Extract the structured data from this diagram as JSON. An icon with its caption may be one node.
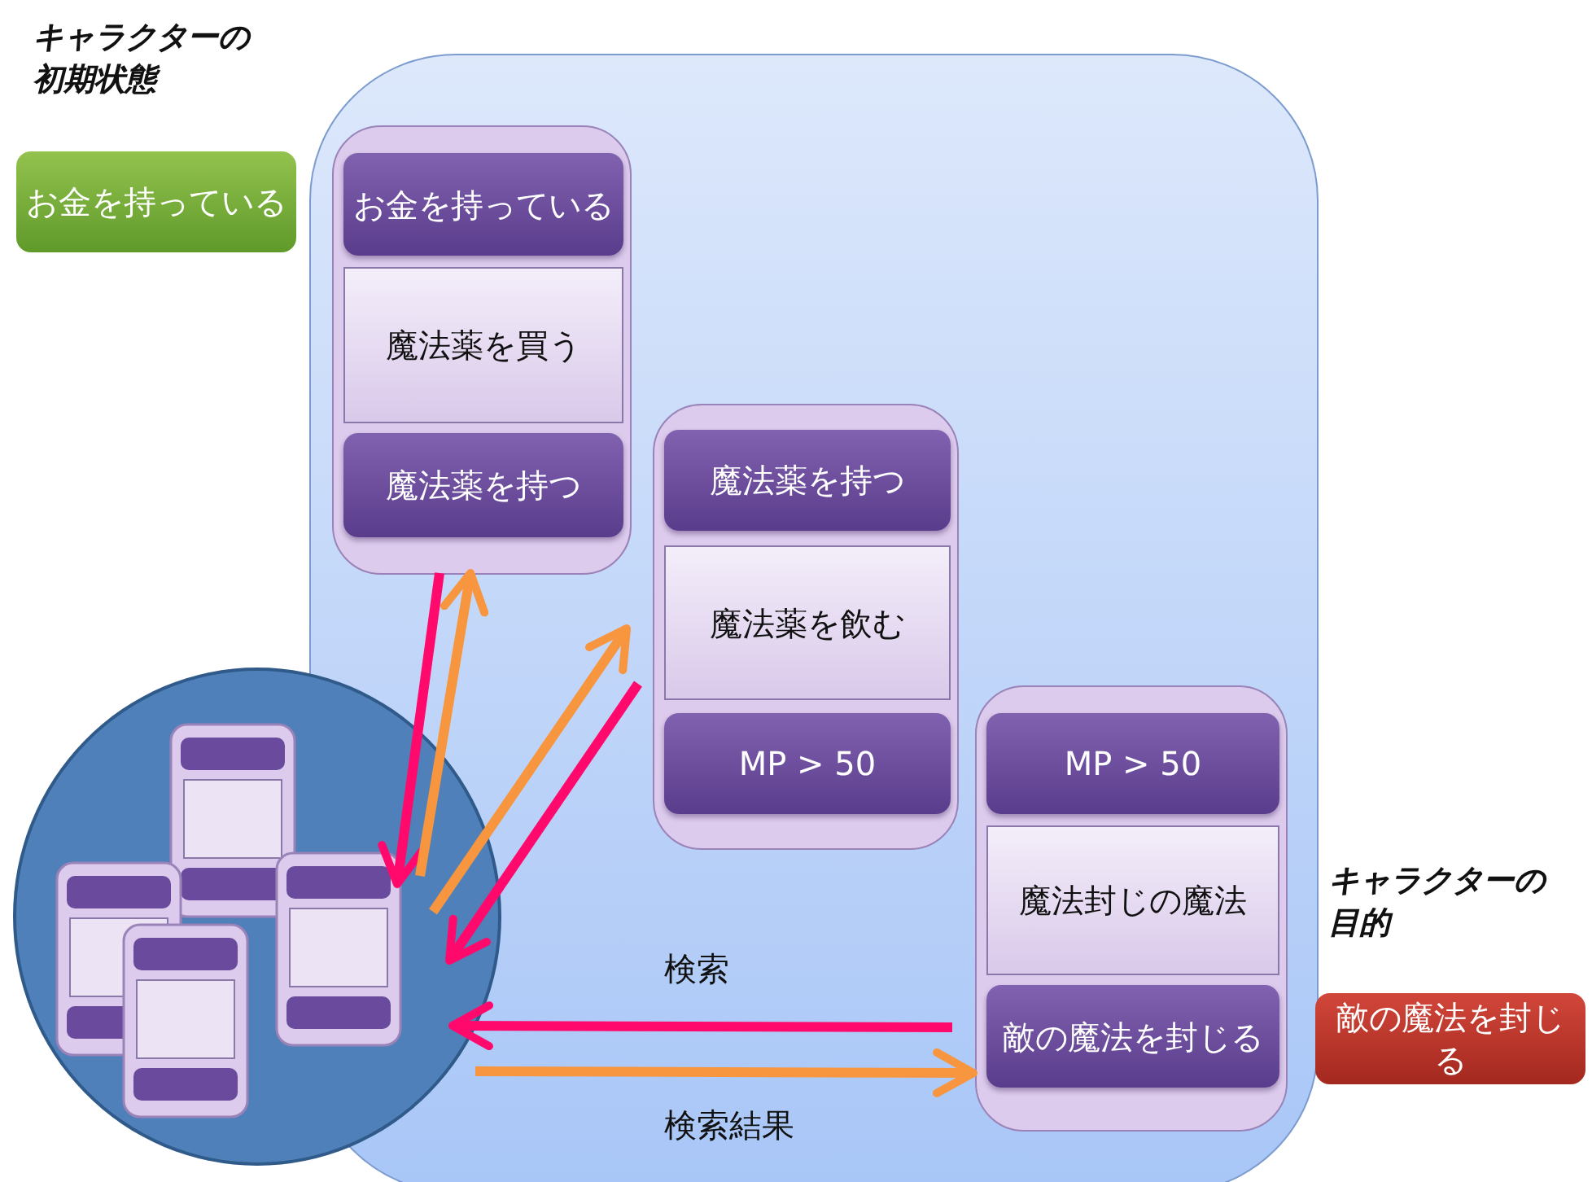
{
  "diagram": {
    "nodes": [
      {
        "text": [
          "キャラクターの初期状態",
          "お金を持っている"
        ]
      },
      {
        "text": [],
        "shape": "box"
      },
      {
        "text": [],
        "shape": "box",
        "in": 1
      },
      {
        "text": [
          "お金を持っている"
        ],
        "in": 2
      },
      {
        "text": [
          "魔法薬を買う"
        ],
        "in": 2
      },
      {
        "text": [
          "魔法薬を持つ"
        ],
        "in": 2
      },
      {
        "text": [],
        "shape": "box",
        "in": 1
      },
      {
        "text": [
          "魔法薬を持つ"
        ],
        "in": 6
      },
      {
        "text": [
          "魔法薬を飲む"
        ],
        "in": 6
      },
      {
        "text": [
          "MP > 50"
        ],
        "in": 6
      },
      {
        "text": [],
        "shape": "box",
        "in": 1
      },
      {
        "text": [
          "MP > 50"
        ],
        "in": 10
      },
      {
        "text": [
          "魔法封じの魔法"
        ],
        "in": 10
      },
      {
        "text": [
          "敵の魔法を封じる"
        ],
        "in": 10
      },
      {
        "text": [
          "キャラクターの目的",
          "敵の魔法を封じる"
        ]
      },
      {
        "text": [],
        "shape": "circle"
      }
    ],
    "edges": [
      {
        "from": 2,
        "to": 15,
        "arrow": "to",
        "color": "#ff0a6c"
      },
      {
        "from": 15,
        "to": 2,
        "arrow": "to",
        "color": "#f7963f"
      },
      {
        "from": 15,
        "to": 6,
        "arrow": "to",
        "color": "#f7963f"
      },
      {
        "from": 6,
        "to": 15,
        "arrow": "to",
        "color": "#ff0a6c"
      },
      {
        "from": 10,
        "to": 15,
        "arrow": "to",
        "label": "検索",
        "color": "#ff0a6c"
      },
      {
        "from": 15,
        "to": 10,
        "arrow": "to",
        "label": "検索結果",
        "color": "#f7963f"
      }
    ]
  }
}
